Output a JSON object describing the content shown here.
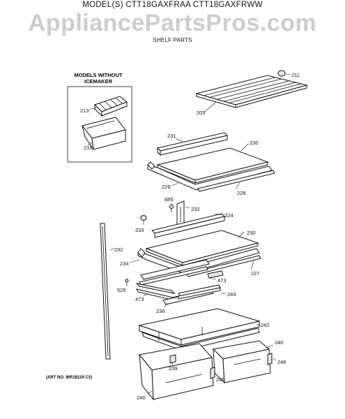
{
  "header": {
    "model_line": "MODEL(S) CTT18GAXFRAA  CTT18GAXFRWW",
    "watermark": "AppliancePartsPros.com",
    "section_title": "SHELF PARTS"
  },
  "callout": {
    "title_line1": "MODELS WITHOUT",
    "title_line2": "ICEMAKER"
  },
  "art_number": "(ART NO. WR18119 C3)",
  "part_labels": {
    "p211": "211",
    "p205": "205",
    "p213": "213",
    "p215": "215",
    "p231": "231",
    "p230a": "230",
    "p229": "229",
    "p228": "228",
    "p685": "685",
    "p232a": "232",
    "p224": "224",
    "p233": "233",
    "p230b": "230",
    "p232b": "232",
    "p234": "234",
    "p227": "227",
    "p473a": "473",
    "p525": "525",
    "p473b": "473",
    "p244": "244",
    "p236": "236",
    "p242": "242",
    "p240a": "240",
    "p246a": "246",
    "p239": "239",
    "p246b": "246",
    "p240b": "240"
  }
}
